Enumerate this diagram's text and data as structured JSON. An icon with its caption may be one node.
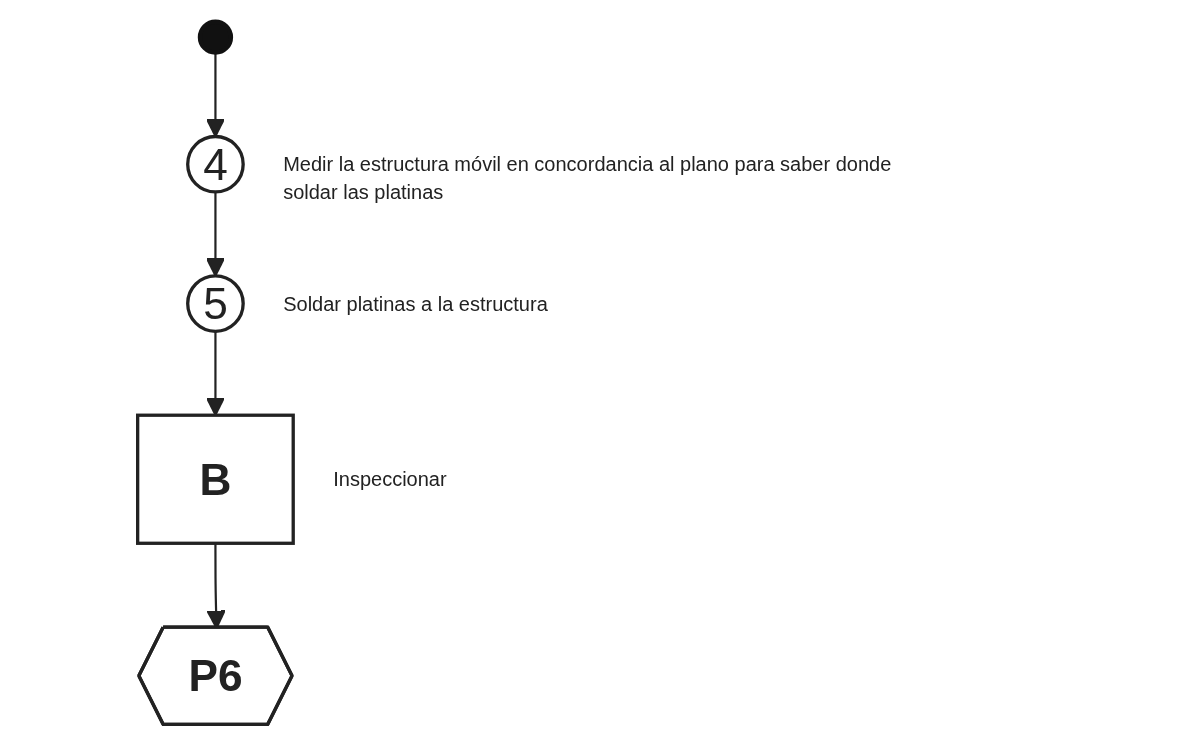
{
  "diagram": {
    "nodes": [
      {
        "text": [],
        "shape": "circle"
      },
      {
        "text": [
          "4"
        ],
        "beside": [
          "Medir la estructura móvil en concordancia al plano para saber donde soldar las platinas"
        ]
      },
      {
        "text": [
          "5"
        ],
        "beside": [
          "Soldar platinas a la estructura"
        ]
      },
      {
        "text": [
          "B"
        ],
        "beside": [
          "Inspeccionar"
        ]
      },
      {
        "text": [
          "P6"
        ]
      }
    ],
    "edges": [
      {
        "from": 0,
        "to": 1,
        "arrow": "to"
      },
      {
        "from": 1,
        "to": 2,
        "arrow": "to"
      },
      {
        "from": 2,
        "to": 3,
        "arrow": "to"
      },
      {
        "from": 3,
        "to": 4,
        "arrow": "to"
      }
    ]
  }
}
